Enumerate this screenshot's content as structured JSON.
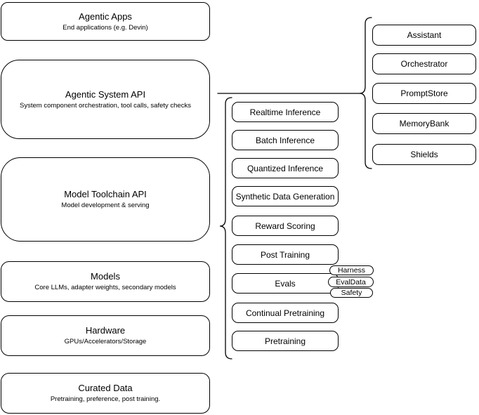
{
  "diagram": {
    "stack": [
      {
        "title": "Agentic Apps",
        "subtitle": "End applications (e.g. Devin)"
      },
      {
        "title": "Agentic System API",
        "subtitle": "System component orchestration, tool calls, safety checks"
      },
      {
        "title": "Model Toolchain API",
        "subtitle": "Model development & serving"
      },
      {
        "title": "Models",
        "subtitle": "Core LLMs, adapter weights, secondary models"
      },
      {
        "title": "Hardware",
        "subtitle": "GPUs/Accelerators/Storage"
      },
      {
        "title": "Curated Data",
        "subtitle": "Pretraining, preference, post training."
      }
    ],
    "toolchain": {
      "items": [
        "Realtime Inference",
        "Batch Inference",
        "Quantized Inference",
        "Synthetic Data Generation",
        "Reward Scoring",
        "Post Training",
        "Evals",
        "Continual Pretraining",
        "Pretraining"
      ]
    },
    "eval_pills": [
      "Harness",
      "EvalData",
      "Safety"
    ],
    "system_components": [
      "Assistant",
      "Orchestrator",
      "PromptStore",
      "MemoryBank",
      "Shields"
    ],
    "colors": {
      "stroke": "#000000",
      "fill": "#ffffff",
      "text": "#000000",
      "background": "#ffffff"
    }
  }
}
